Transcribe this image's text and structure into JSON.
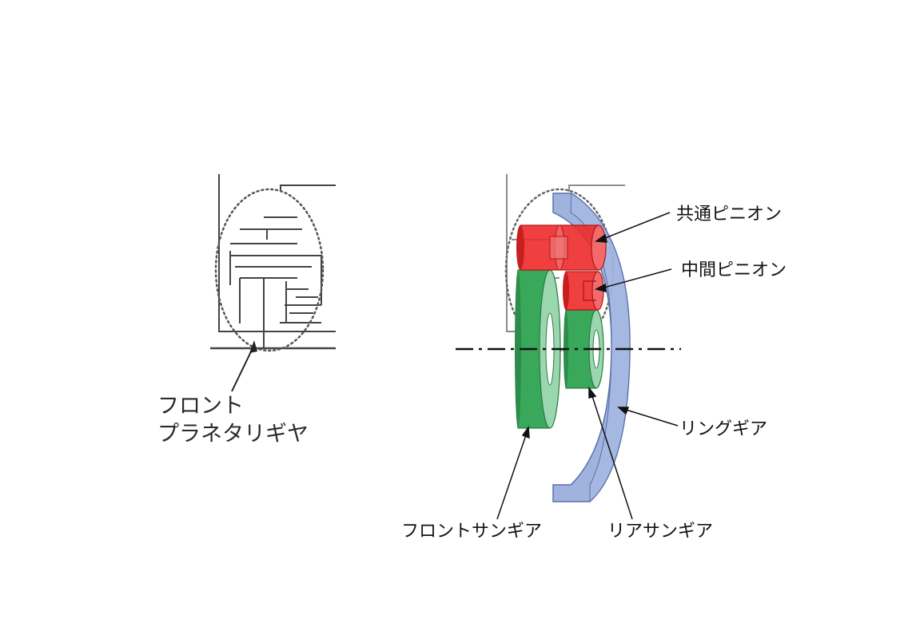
{
  "left_figure": {
    "caption_line1": "フロント",
    "caption_line2": "プラネタリギヤ"
  },
  "right_figure": {
    "labels": {
      "common_pinion": "共通ピニオン",
      "middle_pinion": "中間ピニオン",
      "ring_gear": "リングギア",
      "front_sun_gear": "フロントサンギア",
      "rear_sun_gear": "リアサンギア"
    }
  },
  "colors": {
    "pinion": "#ee2a2a",
    "sun_gear": "#3aa85a",
    "ring_gear": "#8fa6d8",
    "sketch_line": "#444444"
  }
}
